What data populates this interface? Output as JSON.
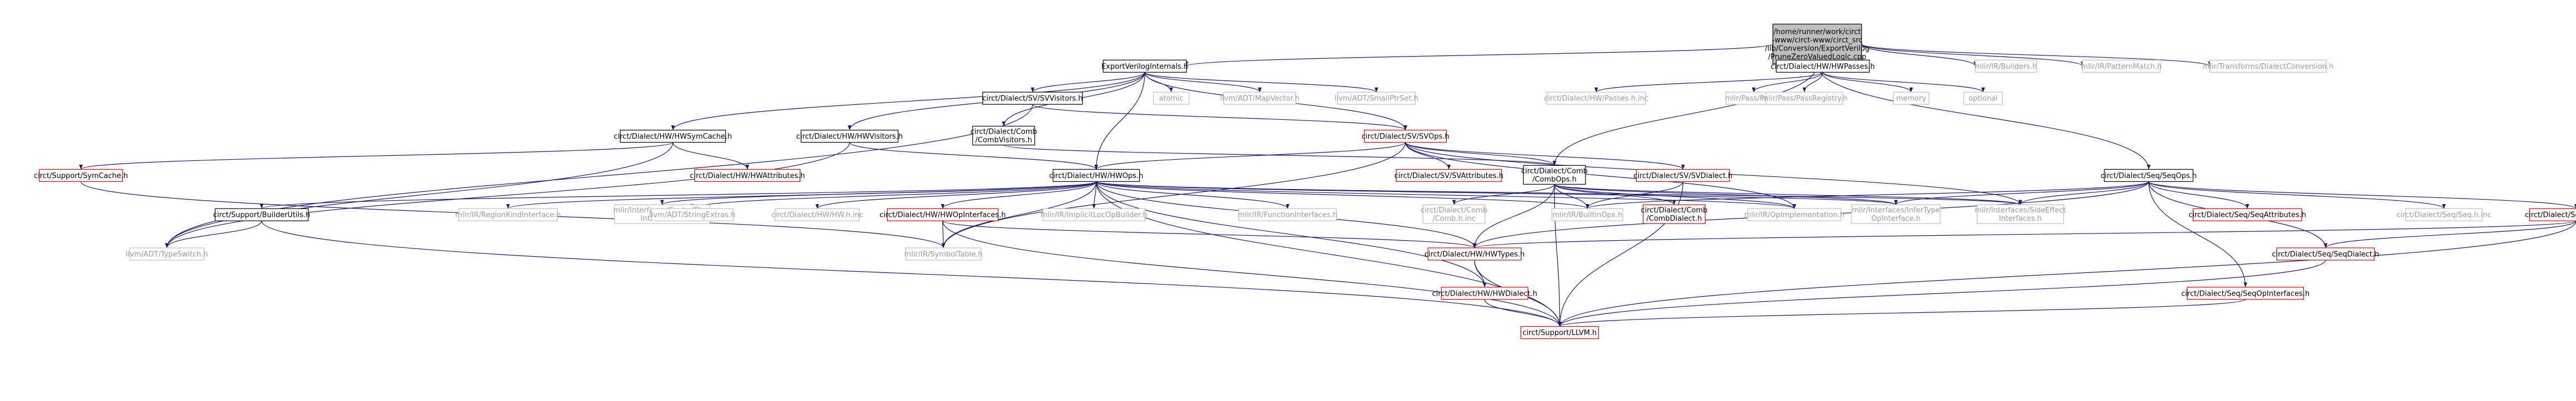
{
  "diagram": {
    "background": "#ffffff",
    "edge_color": "#191970",
    "nodes": [
      {
        "id": "root",
        "lines": [
          "/home/runner/work/circt",
          "-www/circt-www/circt_src",
          "/lib/Conversion/ExportVerilog",
          "/PruneZeroValuedLogic.cpp"
        ],
        "style": "root"
      },
      {
        "id": "exportverilog_internals",
        "lines": [
          "ExportVerilogInternals.h"
        ],
        "style": "link"
      },
      {
        "id": "hw_passes",
        "lines": [
          "circt/Dialect/HW/HWPasses.h"
        ],
        "style": "link"
      },
      {
        "id": "mlir_builders",
        "lines": [
          "mlir/IR/Builders.h"
        ],
        "style": "plain"
      },
      {
        "id": "mlir_patternmatch",
        "lines": [
          "mlir/IR/PatternMatch.h"
        ],
        "style": "plain"
      },
      {
        "id": "mlir_dialectconversion",
        "lines": [
          "mlir/Transforms/DialectConversion.h"
        ],
        "style": "plain"
      },
      {
        "id": "hw_symcache",
        "lines": [
          "circt/Dialect/HW/HWSymCache.h"
        ],
        "style": "link"
      },
      {
        "id": "hw_visitors",
        "lines": [
          "circt/Dialect/HW/HWVisitors.h"
        ],
        "style": "link"
      },
      {
        "id": "comb_visitors",
        "lines": [
          "circt/Dialect/Comb",
          "/CombVisitors.h"
        ],
        "style": "link"
      },
      {
        "id": "sv_visitors",
        "lines": [
          "circt/Dialect/SV/SVVisitors.h"
        ],
        "style": "link"
      },
      {
        "id": "atomic",
        "lines": [
          "atomic"
        ],
        "style": "plain"
      },
      {
        "id": "llvm_mapvector",
        "lines": [
          "llvm/ADT/MapVector.h"
        ],
        "style": "plain"
      },
      {
        "id": "llvm_smallptrset",
        "lines": [
          "llvm/ADT/SmallPtrSet.h"
        ],
        "style": "plain"
      },
      {
        "id": "hw_passes_inc",
        "lines": [
          "circt/Dialect/HW/Passes.h.inc"
        ],
        "style": "plain"
      },
      {
        "id": "mlir_pass",
        "lines": [
          "mlir/Pass/Pass.h"
        ],
        "style": "plain"
      },
      {
        "id": "mlir_passregistry",
        "lines": [
          "mlir/Pass/PassRegistry.h"
        ],
        "style": "plain"
      },
      {
        "id": "memory",
        "lines": [
          "memory"
        ],
        "style": "plain"
      },
      {
        "id": "optional",
        "lines": [
          "optional"
        ],
        "style": "plain"
      },
      {
        "id": "sv_ops",
        "lines": [
          "circt/Dialect/SV/SVOps.h"
        ],
        "style": "red"
      },
      {
        "id": "seq_ops",
        "lines": [
          "circt/Dialect/Seq/SeqOps.h"
        ],
        "style": "link"
      },
      {
        "id": "support_symcache",
        "lines": [
          "circt/Support/SymCache.h"
        ],
        "style": "red"
      },
      {
        "id": "hw_attributes",
        "lines": [
          "circt/Dialect/HW/HWAttributes.h"
        ],
        "style": "red"
      },
      {
        "id": "hw_ops",
        "lines": [
          "circt/Dialect/HW/HWOps.h"
        ],
        "style": "link"
      },
      {
        "id": "sv_attributes",
        "lines": [
          "circt/Dialect/SV/SVAttributes.h"
        ],
        "style": "red"
      },
      {
        "id": "comb_ops",
        "lines": [
          "circt/Dialect/Comb",
          "/CombOps.h"
        ],
        "style": "link"
      },
      {
        "id": "sv_dialect",
        "lines": [
          "circt/Dialect/SV/SVDialect.h"
        ],
        "style": "red"
      },
      {
        "id": "support_builderutils",
        "lines": [
          "circt/Support/BuilderUtils.h"
        ],
        "style": "link"
      },
      {
        "id": "mlir_regionkind",
        "lines": [
          "mlir/IR/RegionKindInterface.h"
        ],
        "style": "plain"
      },
      {
        "id": "mlir_controlflow",
        "lines": [
          "mlir/Interfaces/ControlFlow",
          "Interfaces.h"
        ],
        "style": "plain"
      },
      {
        "id": "llvm_stringextras",
        "lines": [
          "llvm/ADT/StringExtras.h"
        ],
        "style": "plain"
      },
      {
        "id": "hw_h_inc",
        "lines": [
          "circt/Dialect/HW/HW.h.inc"
        ],
        "style": "plain"
      },
      {
        "id": "hw_opinterfaces",
        "lines": [
          "circt/Dialect/HW/HWOpInterfaces.h"
        ],
        "style": "red"
      },
      {
        "id": "mlir_implicitloc",
        "lines": [
          "mlir/IR/ImplicitLocOpBuilder.h"
        ],
        "style": "plain"
      },
      {
        "id": "mlir_functioninterfaces",
        "lines": [
          "mlir/IR/FunctionInterfaces.h"
        ],
        "style": "plain"
      },
      {
        "id": "comb_h_inc",
        "lines": [
          "circt/Dialect/Comb",
          "/Comb.h.inc"
        ],
        "style": "plain"
      },
      {
        "id": "mlir_builtinops",
        "lines": [
          "mlir/IR/BuiltinOps.h"
        ],
        "style": "plain"
      },
      {
        "id": "comb_dialect",
        "lines": [
          "circt/Dialect/Comb",
          "/CombDialect.h"
        ],
        "style": "red"
      },
      {
        "id": "mlir_opimplementation",
        "lines": [
          "mlir/IR/OpImplementation.h"
        ],
        "style": "plain"
      },
      {
        "id": "mlir_infertype",
        "lines": [
          "mlir/Interfaces/InferType",
          "OpInterface.h"
        ],
        "style": "plain"
      },
      {
        "id": "mlir_sideeffect",
        "lines": [
          "mlir/Interfaces/SideEffect",
          "Interfaces.h"
        ],
        "style": "plain"
      },
      {
        "id": "seq_attributes",
        "lines": [
          "circt/Dialect/Seq/SeqAttributes.h"
        ],
        "style": "red"
      },
      {
        "id": "seq_h_inc",
        "lines": [
          "circt/Dialect/Seq/Seq.h.inc"
        ],
        "style": "plain"
      },
      {
        "id": "seq_types",
        "lines": [
          "circt/Dialect/Seq/SeqTypes.h"
        ],
        "style": "red"
      },
      {
        "id": "llvm_typeswitch",
        "lines": [
          "llvm/ADT/TypeSwitch.h"
        ],
        "style": "plain"
      },
      {
        "id": "mlir_symboltable",
        "lines": [
          "mlir/IR/SymbolTable.h"
        ],
        "style": "plain"
      },
      {
        "id": "hw_types",
        "lines": [
          "circt/Dialect/HW/HWTypes.h"
        ],
        "style": "red"
      },
      {
        "id": "seq_dialect",
        "lines": [
          "circt/Dialect/Seq/SeqDialect.h"
        ],
        "style": "red"
      },
      {
        "id": "hw_dialect",
        "lines": [
          "circt/Dialect/HW/HWDialect.h"
        ],
        "style": "red"
      },
      {
        "id": "seq_opinterfaces",
        "lines": [
          "circt/Dialect/Seq/SeqOpInterfaces.h"
        ],
        "style": "red"
      },
      {
        "id": "support_llvm",
        "lines": [
          "circt/Support/LLVM.h"
        ],
        "style": "red"
      }
    ],
    "edges": [
      [
        "root",
        "exportverilog_internals"
      ],
      [
        "root",
        "hw_passes"
      ],
      [
        "root",
        "mlir_builders"
      ],
      [
        "root",
        "mlir_patternmatch"
      ],
      [
        "root",
        "mlir_dialectconversion"
      ],
      [
        "root",
        "comb_ops"
      ],
      [
        "root",
        "seq_ops"
      ],
      [
        "exportverilog_internals",
        "hw_symcache"
      ],
      [
        "exportverilog_internals",
        "hw_visitors"
      ],
      [
        "exportverilog_internals",
        "comb_visitors"
      ],
      [
        "exportverilog_internals",
        "sv_visitors"
      ],
      [
        "exportverilog_internals",
        "atomic"
      ],
      [
        "exportverilog_internals",
        "llvm_mapvector"
      ],
      [
        "exportverilog_internals",
        "llvm_smallptrset"
      ],
      [
        "exportverilog_internals",
        "sv_ops"
      ],
      [
        "exportverilog_internals",
        "hw_ops"
      ],
      [
        "hw_passes",
        "hw_passes_inc"
      ],
      [
        "hw_passes",
        "mlir_pass"
      ],
      [
        "hw_passes",
        "mlir_passregistry"
      ],
      [
        "hw_passes",
        "memory"
      ],
      [
        "hw_passes",
        "optional"
      ],
      [
        "hw_symcache",
        "support_symcache"
      ],
      [
        "hw_symcache",
        "hw_attributes"
      ],
      [
        "hw_symcache",
        "llvm_typeswitch"
      ],
      [
        "hw_visitors",
        "hw_ops"
      ],
      [
        "hw_visitors",
        "llvm_typeswitch"
      ],
      [
        "comb_visitors",
        "comb_ops"
      ],
      [
        "sv_visitors",
        "sv_ops"
      ],
      [
        "sv_visitors",
        "llvm_typeswitch"
      ],
      [
        "sv_ops",
        "hw_ops"
      ],
      [
        "sv_ops",
        "sv_attributes"
      ],
      [
        "sv_ops",
        "sv_dialect"
      ],
      [
        "sv_ops",
        "comb_ops"
      ],
      [
        "sv_ops",
        "mlir_sideeffect"
      ],
      [
        "sv_ops",
        "mlir_opimplementation"
      ],
      [
        "sv_ops",
        "mlir_symboltable"
      ],
      [
        "seq_ops",
        "seq_attributes"
      ],
      [
        "seq_ops",
        "seq_h_inc"
      ],
      [
        "seq_ops",
        "seq_types"
      ],
      [
        "seq_ops",
        "seq_dialect"
      ],
      [
        "seq_ops",
        "seq_opinterfaces"
      ],
      [
        "seq_ops",
        "hw_types"
      ],
      [
        "seq_ops",
        "mlir_builtinops"
      ],
      [
        "seq_ops",
        "mlir_infertype"
      ],
      [
        "seq_ops",
        "mlir_sideeffect"
      ],
      [
        "support_symcache",
        "mlir_symboltable"
      ],
      [
        "hw_ops",
        "support_builderutils"
      ],
      [
        "hw_ops",
        "mlir_regionkind"
      ],
      [
        "hw_ops",
        "mlir_controlflow"
      ],
      [
        "hw_ops",
        "llvm_stringextras"
      ],
      [
        "hw_ops",
        "hw_h_inc"
      ],
      [
        "hw_ops",
        "hw_opinterfaces"
      ],
      [
        "hw_ops",
        "mlir_implicitloc"
      ],
      [
        "hw_ops",
        "mlir_functioninterfaces"
      ],
      [
        "hw_ops",
        "mlir_builtinops"
      ],
      [
        "hw_ops",
        "mlir_opimplementation"
      ],
      [
        "hw_ops",
        "mlir_infertype"
      ],
      [
        "hw_ops",
        "mlir_sideeffect"
      ],
      [
        "hw_ops",
        "hw_types"
      ],
      [
        "hw_ops",
        "hw_dialect"
      ],
      [
        "hw_ops",
        "mlir_symboltable"
      ],
      [
        "hw_ops",
        "support_llvm"
      ],
      [
        "comb_ops",
        "comb_h_inc"
      ],
      [
        "comb_ops",
        "mlir_builtinops"
      ],
      [
        "comb_ops",
        "comb_dialect"
      ],
      [
        "comb_ops",
        "mlir_opimplementation"
      ],
      [
        "comb_ops",
        "mlir_infertype"
      ],
      [
        "comb_ops",
        "mlir_sideeffect"
      ],
      [
        "comb_ops",
        "hw_types"
      ],
      [
        "comb_ops",
        "support_llvm"
      ],
      [
        "sv_dialect",
        "support_llvm"
      ],
      [
        "sv_dialect",
        "mlir_builtinops"
      ],
      [
        "support_builderutils",
        "llvm_typeswitch"
      ],
      [
        "support_builderutils",
        "support_llvm"
      ],
      [
        "hw_opinterfaces",
        "hw_types"
      ],
      [
        "hw_opinterfaces",
        "mlir_symboltable"
      ],
      [
        "hw_opinterfaces",
        "support_llvm"
      ],
      [
        "seq_types",
        "hw_types"
      ],
      [
        "seq_types",
        "seq_dialect"
      ],
      [
        "seq_types",
        "support_llvm"
      ],
      [
        "hw_types",
        "hw_dialect"
      ],
      [
        "hw_types",
        "support_llvm"
      ],
      [
        "seq_dialect",
        "support_llvm"
      ],
      [
        "hw_dialect",
        "support_llvm"
      ],
      [
        "seq_opinterfaces",
        "support_llvm"
      ]
    ]
  }
}
